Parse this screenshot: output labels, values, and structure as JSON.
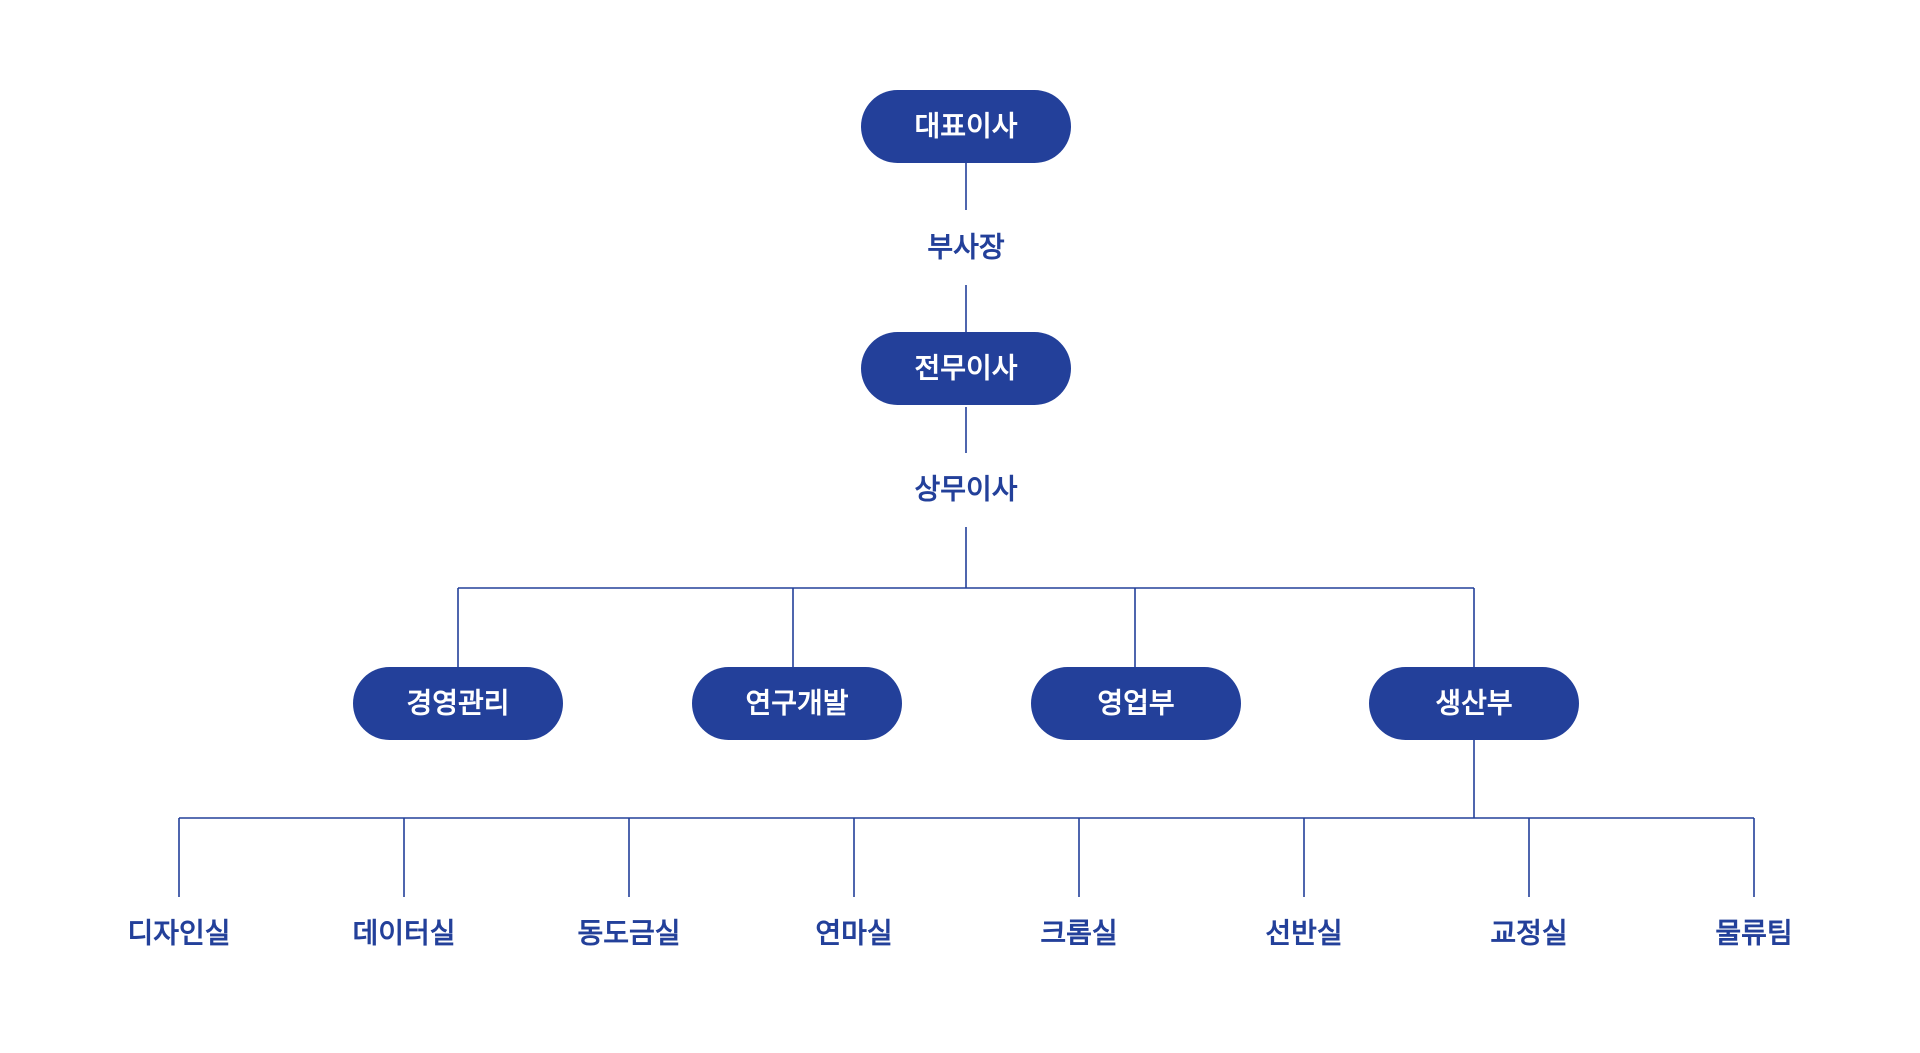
{
  "colors": {
    "primary": "#23409a",
    "pill_text": "#ffffff",
    "background": "#ffffff"
  },
  "org": {
    "ceo": "대표이사",
    "vice_president": "부사장",
    "senior_managing_director": "전무이사",
    "managing_director": "상무이사",
    "departments": [
      "경영관리",
      "연구개발",
      "영업부",
      "생산부"
    ],
    "production_teams": [
      "디자인실",
      "데이터실",
      "동도금실",
      "연마실",
      "크롬실",
      "선반실",
      "교정실",
      "물류팀"
    ]
  }
}
